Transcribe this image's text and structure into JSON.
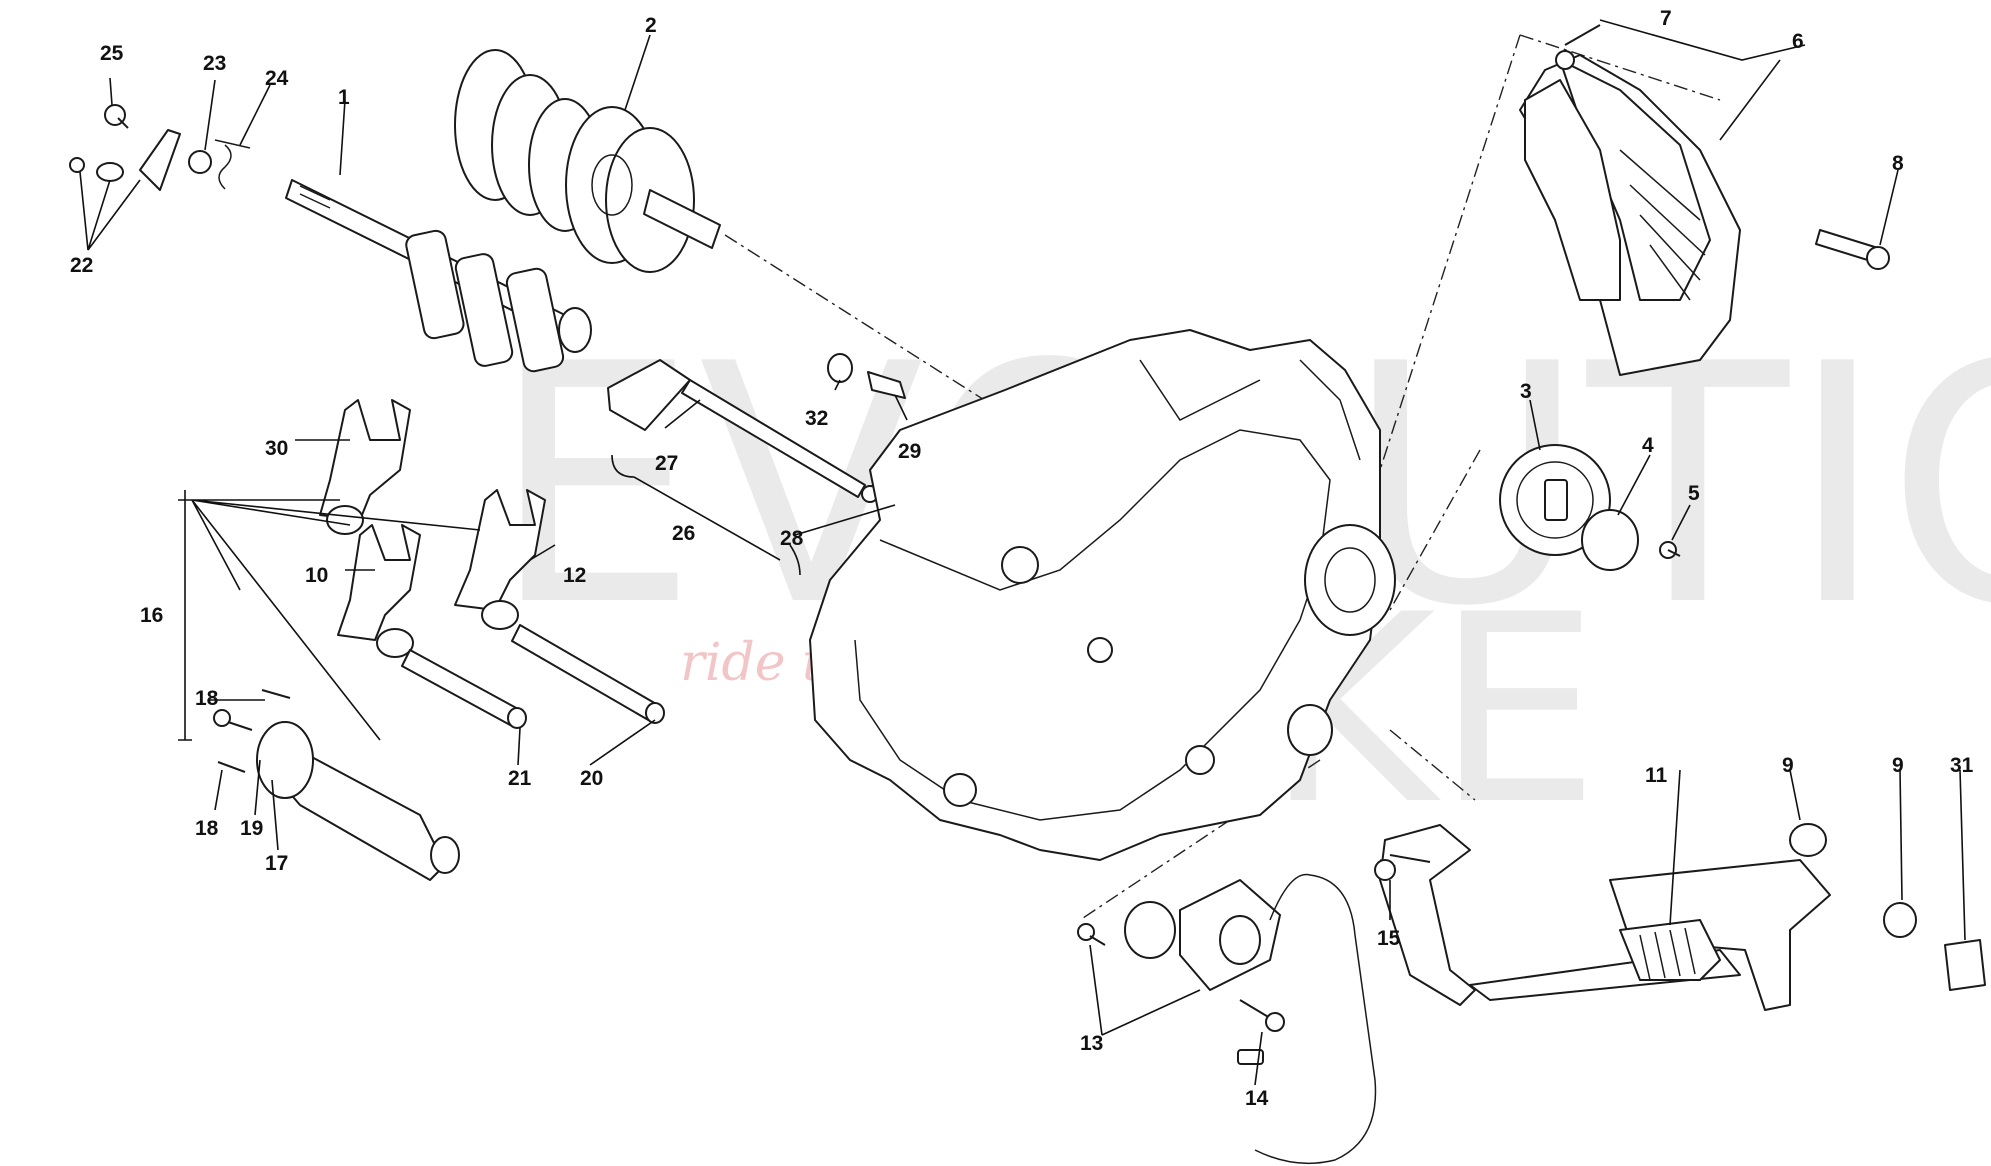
{
  "watermark": {
    "brand_top": "EVOLUTION",
    "brand_bottom": "BIKE",
    "tagline": "ride the power"
  },
  "callouts": {
    "c1": "1",
    "c2": "2",
    "c3": "3",
    "c4": "4",
    "c5": "5",
    "c6": "6",
    "c7": "7",
    "c8": "8",
    "c9a": "9",
    "c9b": "9",
    "c10": "10",
    "c11": "11",
    "c12": "12",
    "c13": "13",
    "c14": "14",
    "c15": "15",
    "c16": "16",
    "c17": "17",
    "c18a": "18",
    "c18b": "18",
    "c19": "19",
    "c20": "20",
    "c21": "21",
    "c22": "22",
    "c23": "23",
    "c24": "24",
    "c25": "25",
    "c26": "26",
    "c27": "27",
    "c28": "28",
    "c29": "29",
    "c30": "30",
    "c31": "31",
    "c32": "32"
  }
}
